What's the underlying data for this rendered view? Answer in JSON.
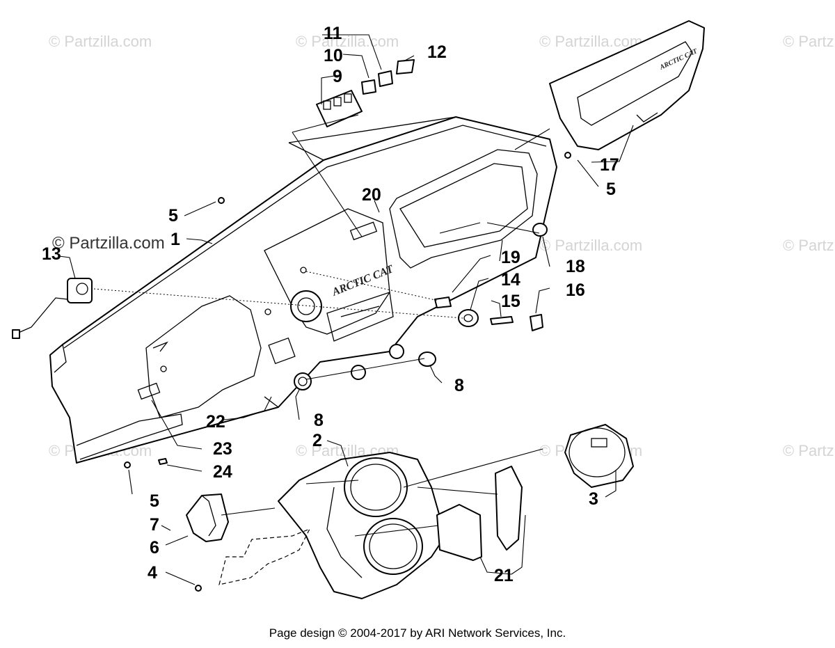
{
  "watermark": "© Partzilla.com",
  "watermark_prominent": "© Partzilla.com",
  "brand_logo": "ARCTIC CAT",
  "footer": "Page design © 2004-2017 by ARI Network Services, Inc.",
  "callouts": [
    "1",
    "2",
    "3",
    "4",
    "5",
    "5",
    "5",
    "6",
    "7",
    "8",
    "8",
    "9",
    "10",
    "11",
    "12",
    "13",
    "14",
    "15",
    "16",
    "17",
    "18",
    "19",
    "20",
    "21",
    "22",
    "23",
    "24"
  ]
}
